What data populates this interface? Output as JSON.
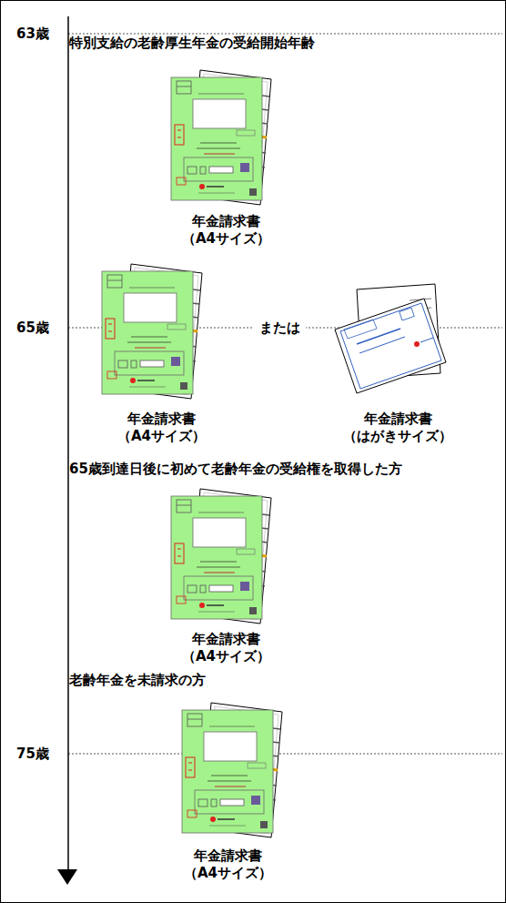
{
  "diagram": {
    "labels": [
      "63歳",
      "特別支給の老齢厚生年金の受給開始年齢",
      "年金請求書",
      "（A4サイズ）",
      "65歳",
      "または",
      "年金請求書",
      "（A4サイズ）",
      "年金請求書",
      "（はがきサイズ）",
      "65歳到達日後に初めて老齢年金の受給権を取得した方",
      "年金請求書",
      "（A4サイズ）",
      "老齢年金を未請求の方",
      "75歳",
      "年金請求書",
      "（A4サイズ）"
    ]
  }
}
